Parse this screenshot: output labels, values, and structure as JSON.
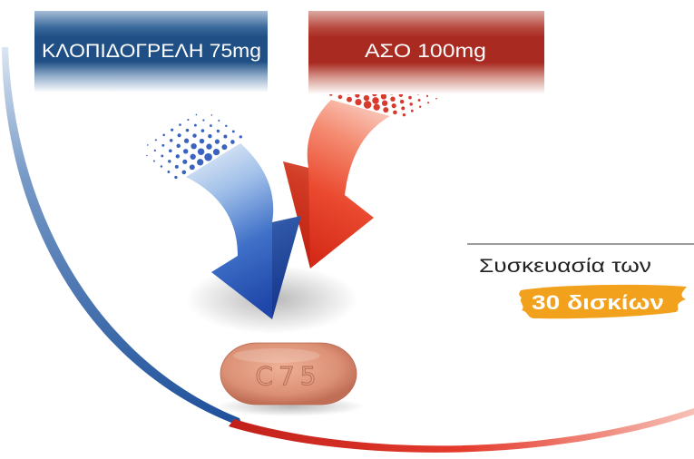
{
  "labels": {
    "clopidogrel": "ΚΛΟΠΙΔΟΓΡΕΛΗ 75mg",
    "aso": "ΑΣΟ 100mg"
  },
  "pill": {
    "imprint": "C75"
  },
  "package": {
    "prefix": "Συσκευασία των",
    "count": "30 δισκίων"
  },
  "colors": {
    "blue": "#1f4f84",
    "red": "#a92a21",
    "accent_orange": "#f2a11c",
    "pill": "#d98a6f"
  },
  "icons": {
    "blue_arrow": "curved-arrow-down-right-icon",
    "red_arrow": "curved-arrow-down-left-icon"
  }
}
